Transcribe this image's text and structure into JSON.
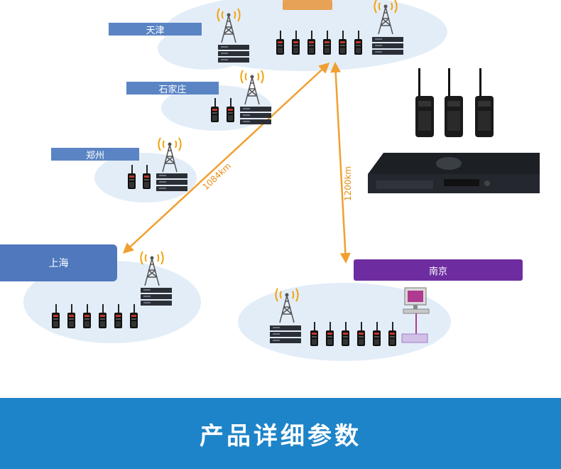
{
  "cities": {
    "tianjin": "天津",
    "shijiazhuang": "石家庄",
    "zhengzhou": "郑州",
    "shanghai": "上海",
    "nanjing": "南京"
  },
  "links": {
    "shanghai_distance": "1084km",
    "nanjing_distance": "1200km"
  },
  "banner": {
    "title": "产品详细参数"
  },
  "colors": {
    "city_label_blue": "#5b84c4",
    "nanjing_label_purple": "#6d2c9f",
    "link_orange": "#f0a030",
    "banner_blue": "#1e84c9",
    "cloud_fill": "#e3edf8"
  }
}
